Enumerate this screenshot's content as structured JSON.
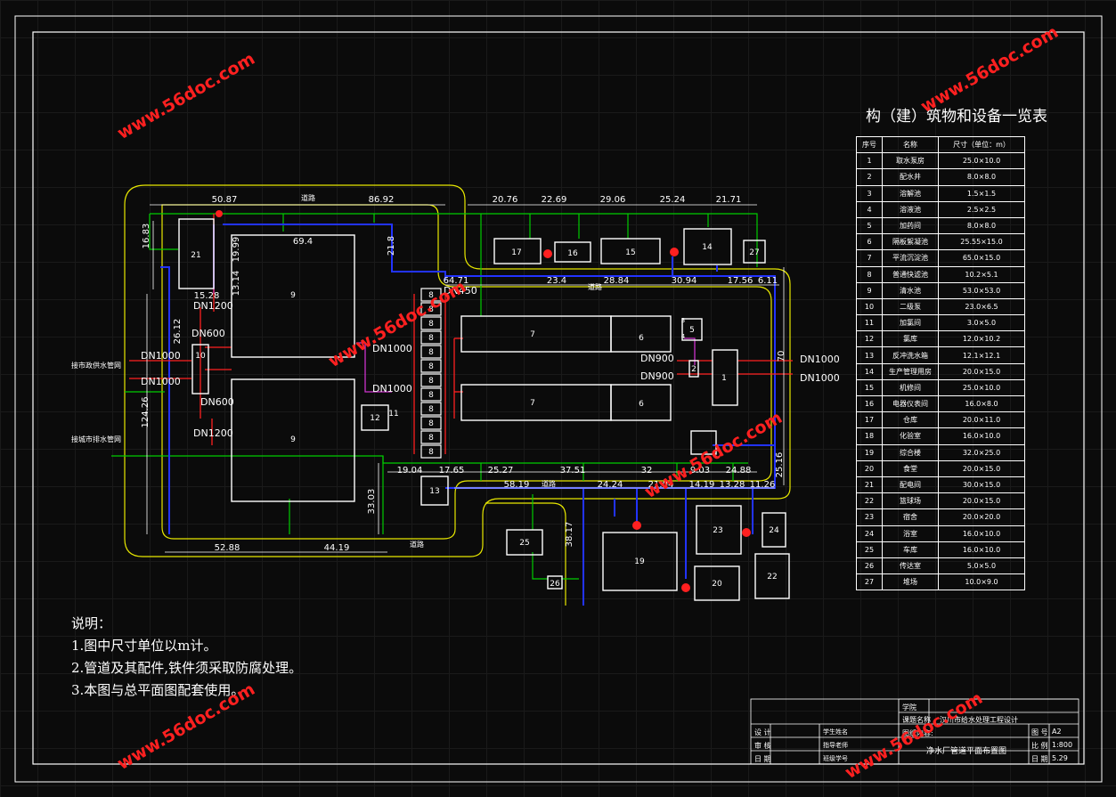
{
  "table": {
    "title": "构（建）筑物和设备一览表",
    "header": [
      "序号",
      "名称",
      "尺寸（单位：m）"
    ],
    "rows": [
      [
        "1",
        "取水泵房",
        "25.0×10.0"
      ],
      [
        "2",
        "配水井",
        "8.0×8.0"
      ],
      [
        "3",
        "溶解池",
        "1.5×1.5"
      ],
      [
        "4",
        "溶液池",
        "2.5×2.5"
      ],
      [
        "5",
        "加药间",
        "8.0×8.0"
      ],
      [
        "6",
        "隔板絮凝池",
        "25.55×15.0"
      ],
      [
        "7",
        "平流沉淀池",
        "65.0×15.0"
      ],
      [
        "8",
        "普通快滤池",
        "10.2×5.1"
      ],
      [
        "9",
        "清水池",
        "53.0×53.0"
      ],
      [
        "10",
        "二级泵",
        "23.0×6.5"
      ],
      [
        "11",
        "加氯间",
        "3.0×5.0"
      ],
      [
        "12",
        "氯库",
        "12.0×10.2"
      ],
      [
        "13",
        "反冲洗水箱",
        "12.1×12.1"
      ],
      [
        "14",
        "生产管理用房",
        "20.0×15.0"
      ],
      [
        "15",
        "机修间",
        "25.0×10.0"
      ],
      [
        "16",
        "电器仪表间",
        "16.0×8.0"
      ],
      [
        "17",
        "仓库",
        "20.0×11.0"
      ],
      [
        "18",
        "化验室",
        "16.0×10.0"
      ],
      [
        "19",
        "综合楼",
        "32.0×25.0"
      ],
      [
        "20",
        "食堂",
        "20.0×15.0"
      ],
      [
        "21",
        "配电间",
        "30.0×15.0"
      ],
      [
        "22",
        "篮球场",
        "20.0×15.0"
      ],
      [
        "23",
        "宿舍",
        "20.0×20.0"
      ],
      [
        "24",
        "浴室",
        "16.0×10.0"
      ],
      [
        "25",
        "车库",
        "16.0×10.0"
      ],
      [
        "26",
        "传达室",
        "5.0×5.0"
      ],
      [
        "27",
        "堆场",
        "10.0×9.0"
      ]
    ]
  },
  "notes": {
    "title": "说明：",
    "items": [
      "1.图中尺寸单位以m计。",
      "2.管道及其配件,铁件须采取防腐处理。",
      "3.本图与总平面图配套使用。"
    ]
  },
  "titleblock": {
    "dept_label": "学院",
    "project_label": "课题名称",
    "project_value": "汉川市给水处理工程设计",
    "content_label": "图纸内容:",
    "content_value": "净水厂管道平面布置图",
    "design_label": "设  计",
    "check_label": "审  核",
    "date_label": "日  期",
    "sheet_label": "图  号",
    "sheet_value": "A2",
    "scale_label": "比  例",
    "scale_value": "1:800",
    "date2_label": "日  期",
    "date2_value": "5.29",
    "student_no": "学生姓名",
    "teacher": "指导老师",
    "class": "班级学号"
  },
  "pipe_labels": {
    "left_in": "接市政供水管网",
    "left_out": "接城市排水管网",
    "dn1000": "DN1000",
    "dn1200": "DN1200",
    "dn600": "DN600",
    "dn900": "DN900",
    "dn450": "DN450",
    "road": "道路"
  },
  "dims": {
    "top": [
      "50.87",
      "86.92",
      "20.76",
      "22.69",
      "29.06",
      "25.24",
      "21.71"
    ],
    "mid": [
      "69.4",
      "21.8",
      "64.71",
      "23.4",
      "28.84",
      "30.94",
      "17.56",
      "6.11"
    ],
    "left": [
      "16.83",
      "19.99",
      "13.14",
      "15.28",
      "26.12",
      "124.26"
    ],
    "bottom": [
      "19.04",
      "17.65",
      "25.27",
      "37.51",
      "32",
      "9.03",
      "24.88",
      "58.19",
      "24.24",
      "21.04",
      "14.19",
      "13.28",
      "11.26",
      "52.88",
      "44.19",
      "33.03",
      "38.17",
      "25.16",
      "70"
    ]
  },
  "buildings": [
    "1",
    "2",
    "3",
    "4",
    "5",
    "6",
    "7",
    "8",
    "9",
    "10",
    "11",
    "12",
    "13",
    "14",
    "15",
    "16",
    "17",
    "19",
    "20",
    "21",
    "22",
    "23",
    "24",
    "25",
    "26",
    "27"
  ],
  "watermark": "www.56doc.com",
  "colors": {
    "road": "#e8e800",
    "water": "#00cc00",
    "drain": "#2233ff",
    "supply": "#ff2020",
    "chlor": "#cc33cc",
    "frame": "#ffffff"
  }
}
